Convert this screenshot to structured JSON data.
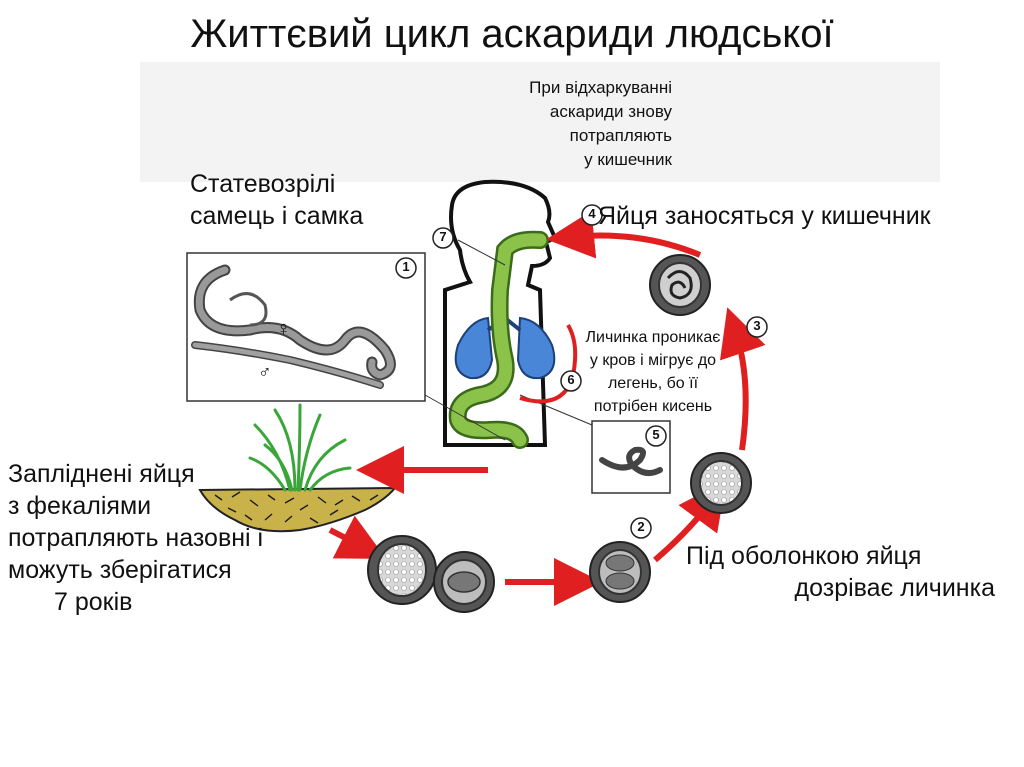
{
  "slide": {
    "title": "Життєвий цикл аскариди людської"
  },
  "labels": {
    "adults": [
      "Статевозрілі",
      "самець і самка"
    ],
    "cough": [
      "При відхаркуванні",
      "аскариди знову",
      "потрапляють",
      "у кишечник"
    ],
    "to_intestine": "Яйця заносяться у кишечник",
    "larva_blood": [
      "Личинка проникає",
      "у кров і мігрує до",
      "легень, бо її",
      "потрібен кисень"
    ],
    "fertilized": [
      "Запліднені яйця",
      "з фекаліями",
      "потрапляють назовні і",
      "можуть зберігатися",
      "7 років"
    ],
    "under_shell": [
      "Під оболонкою яйця",
      "дозріває личинка"
    ],
    "female_symbol": "♀",
    "male_symbol": "♂"
  },
  "stages": [
    "1",
    "2",
    "3",
    "4",
    "5",
    "6",
    "7"
  ],
  "colors": {
    "arrow": "#e02020",
    "lungs": "#4a86d8",
    "gut": "#8bc34a",
    "worm": "#888888",
    "grass": "#3aa63a",
    "soil": "#c9b24a"
  }
}
